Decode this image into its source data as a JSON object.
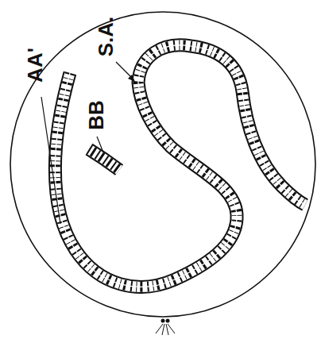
{
  "diagram": {
    "labels": [
      "AA'",
      "BB",
      "S.A."
    ]
  }
}
